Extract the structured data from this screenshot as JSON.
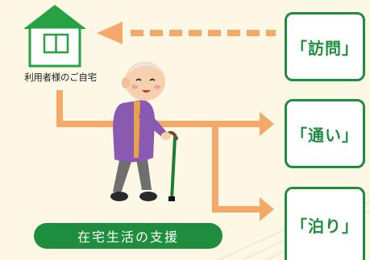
{
  "home": {
    "caption": "利用者様のご自宅"
  },
  "services": {
    "visit": "「訪問」",
    "day": "「通い」",
    "stay": "「泊り」"
  },
  "support_label": "在宅生活の支援",
  "colors": {
    "green": "#1e8e3e",
    "house_green": "#27a243",
    "arrow_orange": "#f5a968",
    "background": "#fdf7e6"
  },
  "icons": [
    "house-icon",
    "elderly-man-with-cane-icon"
  ]
}
